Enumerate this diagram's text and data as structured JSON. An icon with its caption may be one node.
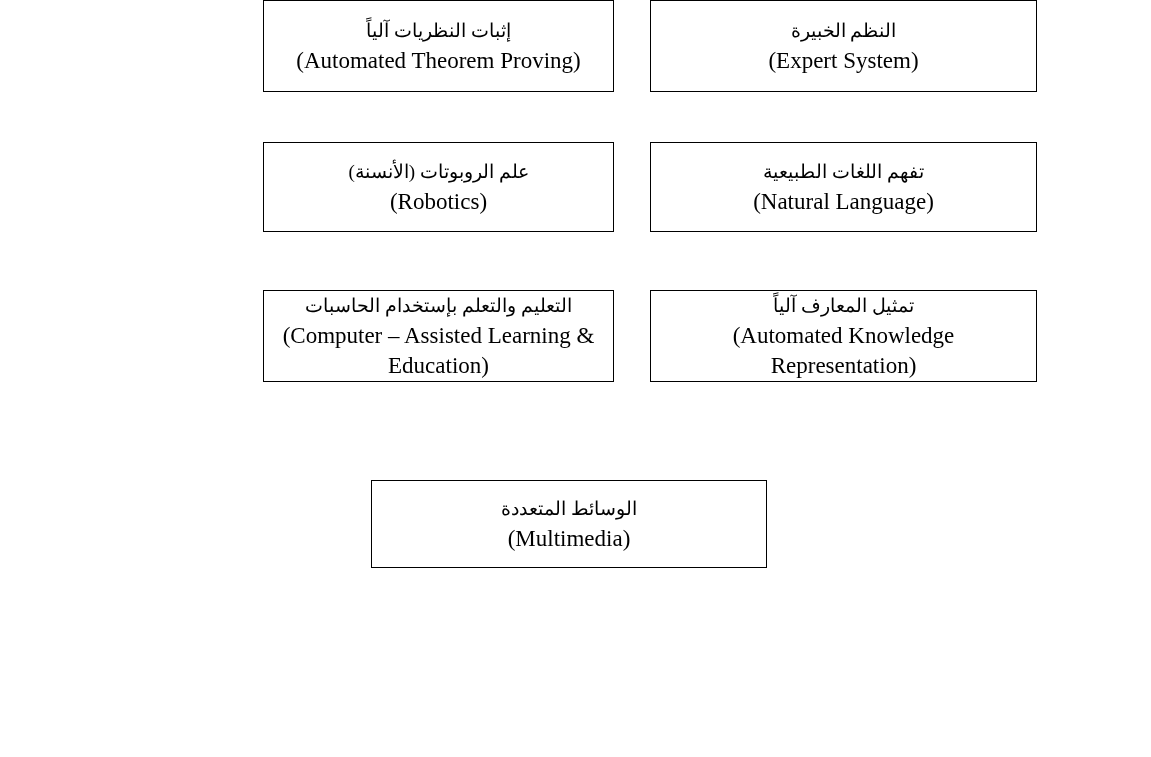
{
  "diagram": {
    "nodes": [
      {
        "text": [
          "النظم الخبيرة",
          "(Expert System)"
        ]
      },
      {
        "text": [
          "إثبات النظريات آلياً",
          "(Automated Theorem Proving)"
        ]
      },
      {
        "text": [
          "تفهم اللغات الطبيعية",
          "(Natural Language)"
        ]
      },
      {
        "text": [
          "علم الروبوتات (الأنسنة)",
          "(Robotics)"
        ]
      },
      {
        "text": [
          "تمثيل المعارف آلياً",
          "(Automated Knowledge Representation)"
        ]
      },
      {
        "text": [
          "التعليم والتعلم بإستخدام الحاسبات",
          "(Computer – Assisted Learning & Education)"
        ]
      },
      {
        "text": [
          "الوسائط المتعددة",
          "(Multimedia)"
        ]
      }
    ]
  }
}
